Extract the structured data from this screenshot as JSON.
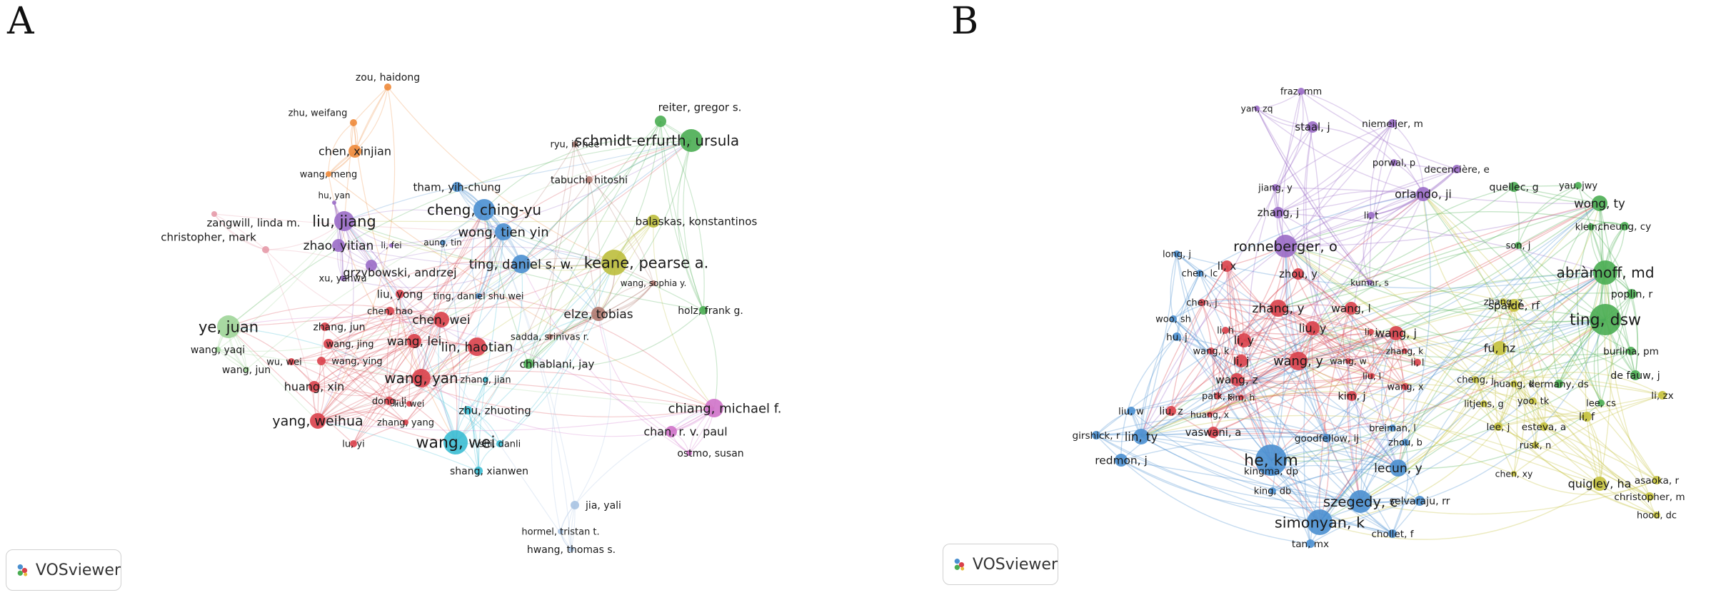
{
  "panels": [
    {
      "letter": "A",
      "badge": "VOSviewer",
      "clusters": {
        "red": "#d9404a",
        "orange": "#ee8a3a",
        "purple": "#9a6cc6",
        "blue": "#4a8fd0",
        "green": "#4aad52",
        "yellow": "#bcbe3c",
        "brown": "#b07a70",
        "pink": "#e59aa8",
        "magenta": "#cf72c9",
        "cyan": "#3bbcd3",
        "lightgreen": "#9ed598",
        "lightblue": "#a9c3e2"
      },
      "nodes": [
        {
          "id": "zou",
          "label": "zou, haidong",
          "c": "orange",
          "w": 5
        },
        {
          "id": "zhuw",
          "label": "zhu, weifang",
          "c": "orange",
          "w": 5
        },
        {
          "id": "chenx",
          "label": "chen, xinjian",
          "c": "orange",
          "w": 9
        },
        {
          "id": "wangm",
          "label": "wang, meng",
          "c": "orange",
          "w": 4
        },
        {
          "id": "huyan",
          "label": "hu, yan",
          "c": "purple",
          "w": 3
        },
        {
          "id": "zangwill",
          "label": "zangwill, linda m.",
          "c": "pink",
          "w": 4
        },
        {
          "id": "christopherA",
          "label": "christopher, mark",
          "c": "pink",
          "w": 5
        },
        {
          "id": "liujiang",
          "label": "liu, jiang",
          "c": "purple",
          "w": 14
        },
        {
          "id": "zhaoy",
          "label": "zhao, yitian",
          "c": "purple",
          "w": 9
        },
        {
          "id": "lifei",
          "label": "li, fei",
          "c": "purple",
          "w": 3
        },
        {
          "id": "xuy",
          "label": "xu, yanwu",
          "c": "purple",
          "w": 4
        },
        {
          "id": "aung",
          "label": "aung, tin",
          "c": "blue",
          "w": 4
        },
        {
          "id": "grzy",
          "label": "grzybowski, andrzej",
          "c": "purple",
          "w": 8
        },
        {
          "id": "cheng",
          "label": "cheng, ching-yu",
          "c": "blue",
          "w": 15
        },
        {
          "id": "tham",
          "label": "tham, yih-chung",
          "c": "blue",
          "w": 7
        },
        {
          "id": "wongty",
          "label": "wong, tien yin",
          "c": "blue",
          "w": 12
        },
        {
          "id": "tingdsw",
          "label": "ting, daniel s. w.",
          "c": "blue",
          "w": 13
        },
        {
          "id": "tingdsw2",
          "label": "ting, daniel shu wei",
          "c": "blue",
          "w": 4
        },
        {
          "id": "ryu",
          "label": "ryu, ik hee",
          "c": "brown",
          "w": 4
        },
        {
          "id": "tabuchi",
          "label": "tabuchi, hitoshi",
          "c": "brown",
          "w": 5
        },
        {
          "id": "reiter",
          "label": "reiter, gregor s.",
          "c": "green",
          "w": 8
        },
        {
          "id": "schmidt",
          "label": "schmidt-erfurth, ursula",
          "c": "green",
          "w": 16
        },
        {
          "id": "balaskas",
          "label": "balaskas, konstantinos",
          "c": "yellow",
          "w": 9
        },
        {
          "id": "keane",
          "label": "keane, pearse a.",
          "c": "yellow",
          "w": 18
        },
        {
          "id": "wangsy",
          "label": "wang, sophia y.",
          "c": "brown",
          "w": 4
        },
        {
          "id": "holz",
          "label": "holz, frank g.",
          "c": "green",
          "w": 6
        },
        {
          "id": "elze",
          "label": "elze, tobias",
          "c": "brown",
          "w": 10
        },
        {
          "id": "sadda",
          "label": "sadda, srinivas r.",
          "c": "brown",
          "w": 4
        },
        {
          "id": "chhablani",
          "label": "chhablani, jay",
          "c": "green",
          "w": 7
        },
        {
          "id": "liuyong",
          "label": "liu, yong",
          "c": "red",
          "w": 6
        },
        {
          "id": "chenhao",
          "label": "chen, hao",
          "c": "red",
          "w": 6
        },
        {
          "id": "chenwei",
          "label": "chen, wei",
          "c": "red",
          "w": 11
        },
        {
          "id": "zhangjun",
          "label": "zhang, jun",
          "c": "red",
          "w": 6
        },
        {
          "id": "wangjing",
          "label": "wang, jing",
          "c": "red",
          "w": 7
        },
        {
          "id": "wanglei",
          "label": "wang, lei",
          "c": "red",
          "w": 10
        },
        {
          "id": "linhaotian",
          "label": "lin, haotian",
          "c": "red",
          "w": 13
        },
        {
          "id": "wangying",
          "label": "wang, ying",
          "c": "red",
          "w": 6
        },
        {
          "id": "wuwei",
          "label": "wu, wei",
          "c": "red",
          "w": 5
        },
        {
          "id": "yejuan",
          "label": "ye, juan",
          "c": "lightgreen",
          "w": 16
        },
        {
          "id": "wangyaqi",
          "label": "wang, yaqi",
          "c": "lightgreen",
          "w": 4
        },
        {
          "id": "wangjun",
          "label": "wang, jun",
          "c": "lightgreen",
          "w": 4
        },
        {
          "id": "huangxin",
          "label": "huang, xin",
          "c": "red",
          "w": 8
        },
        {
          "id": "wangyan",
          "label": "wang, yan",
          "c": "red",
          "w": 13
        },
        {
          "id": "zhangjian",
          "label": "zhang, jian",
          "c": "cyan",
          "w": 4
        },
        {
          "id": "dongli",
          "label": "dong, li",
          "c": "red",
          "w": 6
        },
        {
          "id": "liuwei",
          "label": "liu, wei",
          "c": "red",
          "w": 4
        },
        {
          "id": "zhuzt",
          "label": "zhu, zhuoting",
          "c": "cyan",
          "w": 6
        },
        {
          "id": "yangwh",
          "label": "yang, weihua",
          "c": "red",
          "w": 11
        },
        {
          "id": "zhangyang",
          "label": "zhang, yang",
          "c": "red",
          "w": 4
        },
        {
          "id": "luyi",
          "label": "lu, yi",
          "c": "red",
          "w": 5
        },
        {
          "id": "wangwei",
          "label": "wang, wei",
          "c": "cyan",
          "w": 17
        },
        {
          "id": "shidanli",
          "label": "shi, danli",
          "c": "cyan",
          "w": 5
        },
        {
          "id": "shangxw",
          "label": "shang, xianwen",
          "c": "cyan",
          "w": 6
        },
        {
          "id": "chiang",
          "label": "chiang, michael f.",
          "c": "magenta",
          "w": 13
        },
        {
          "id": "chanrvp",
          "label": "chan, r. v. paul",
          "c": "magenta",
          "w": 8
        },
        {
          "id": "ostmo",
          "label": "ostmo, susan",
          "c": "magenta",
          "w": 4
        },
        {
          "id": "jiayali",
          "label": "jia, yali",
          "c": "lightblue",
          "w": 6
        },
        {
          "id": "hormel",
          "label": "hormel, tristan t.",
          "c": "lightblue",
          "w": 4
        },
        {
          "id": "hwang",
          "label": "hwang, thomas s.",
          "c": "lightblue",
          "w": 4
        }
      ]
    },
    {
      "letter": "B",
      "badge": "VOSviewer",
      "clusters": {
        "purple": "#9a6cc6",
        "green": "#4aad52",
        "red": "#d9404a",
        "blue": "#4a8fd0",
        "yellow": "#c5c23c"
      },
      "nodes": [
        {
          "id": "fraz",
          "label": "fraz, mm",
          "c": "purple",
          "w": 5
        },
        {
          "id": "yanzq",
          "label": "yan, zq",
          "c": "purple",
          "w": 4
        },
        {
          "id": "staal",
          "label": "staal, j",
          "c": "purple",
          "w": 8
        },
        {
          "id": "niemeijer",
          "label": "niemeijer, m",
          "c": "purple",
          "w": 6
        },
        {
          "id": "porwal",
          "label": "porwal, p",
          "c": "purple",
          "w": 5
        },
        {
          "id": "decenciere",
          "label": "decencière, e",
          "c": "purple",
          "w": 6
        },
        {
          "id": "orlando",
          "label": "orlando, ji",
          "c": "purple",
          "w": 10
        },
        {
          "id": "quellec",
          "label": "quellec, g",
          "c": "green",
          "w": 7
        },
        {
          "id": "yaujwy",
          "label": "yau, jwy",
          "c": "green",
          "w": 5
        },
        {
          "id": "wongtyB",
          "label": "wong, ty",
          "c": "green",
          "w": 11
        },
        {
          "id": "jiangy",
          "label": "jiang, y",
          "c": "purple",
          "w": 5
        },
        {
          "id": "zhangjB",
          "label": "zhang, j",
          "c": "purple",
          "w": 8
        },
        {
          "id": "lit",
          "label": "li, t",
          "c": "purple",
          "w": 5
        },
        {
          "id": "kleinr",
          "label": "klein, r",
          "c": "green",
          "w": 5
        },
        {
          "id": "cheungcy",
          "label": "cheung, cy",
          "c": "green",
          "w": 6
        },
        {
          "id": "sonj",
          "label": "son, j",
          "c": "green",
          "w": 5
        },
        {
          "id": "ronneberger",
          "label": "ronneberger, o",
          "c": "purple",
          "w": 16
        },
        {
          "id": "abramoff",
          "label": "abràmoff, md",
          "c": "green",
          "w": 17
        },
        {
          "id": "longj",
          "label": "long, j",
          "c": "blue",
          "w": 5
        },
        {
          "id": "lix",
          "label": "li, x",
          "c": "red",
          "w": 8
        },
        {
          "id": "chenlc",
          "label": "chen, lc",
          "c": "blue",
          "w": 5
        },
        {
          "id": "zhouy",
          "label": "zhou, y",
          "c": "red",
          "w": 8
        },
        {
          "id": "kumars",
          "label": "kumar, s",
          "c": "purple",
          "w": 4
        },
        {
          "id": "poplin",
          "label": "poplin, r",
          "c": "green",
          "w": 7
        },
        {
          "id": "tingdswB",
          "label": "ting, dsw",
          "c": "green",
          "w": 22
        },
        {
          "id": "chenjB",
          "label": "chen, j",
          "c": "red",
          "w": 5
        },
        {
          "id": "zhangyB",
          "label": "zhang, y",
          "c": "red",
          "w": 12
        },
        {
          "id": "wangl",
          "label": "wang, l",
          "c": "red",
          "w": 9
        },
        {
          "id": "zhangz",
          "label": "zhang, z",
          "c": "yellow",
          "w": 5
        },
        {
          "id": "spaide",
          "label": "spaide, rf",
          "c": "yellow",
          "w": 9
        },
        {
          "id": "woosh",
          "label": "woo, sh",
          "c": "blue",
          "w": 5
        },
        {
          "id": "lih",
          "label": "li, h",
          "c": "red",
          "w": 5
        },
        {
          "id": "liuyB",
          "label": "liu, y",
          "c": "red",
          "w": 10
        },
        {
          "id": "lij2",
          "label": "li, j",
          "c": "red",
          "w": 4
        },
        {
          "id": "wangjB",
          "label": "wang, j",
          "c": "red",
          "w": 10
        },
        {
          "id": "huj",
          "label": "hu, j",
          "c": "blue",
          "w": 6
        },
        {
          "id": "liy",
          "label": "li, y",
          "c": "red",
          "w": 10
        },
        {
          "id": "wangk",
          "label": "wang, k",
          "c": "red",
          "w": 5
        },
        {
          "id": "zhangk",
          "label": "zhang, k",
          "c": "red",
          "w": 4
        },
        {
          "id": "fuhz",
          "label": "fu, hz",
          "c": "yellow",
          "w": 10
        },
        {
          "id": "burlina",
          "label": "burlina, pm",
          "c": "green",
          "w": 6
        },
        {
          "id": "lij",
          "label": "li, j",
          "c": "red",
          "w": 9
        },
        {
          "id": "wangy",
          "label": "wang, y",
          "c": "red",
          "w": 13
        },
        {
          "id": "wangw",
          "label": "wang, w",
          "c": "red",
          "w": 4
        },
        {
          "id": "lil",
          "label": "li, l",
          "c": "red",
          "w": 5
        },
        {
          "id": "liui",
          "label": "liu, l",
          "c": "red",
          "w": 4
        },
        {
          "id": "chengj",
          "label": "cheng, j",
          "c": "yellow",
          "w": 5
        },
        {
          "id": "huangd",
          "label": "huang, d",
          "c": "yellow",
          "w": 5
        },
        {
          "id": "kermany",
          "label": "kermany, ds",
          "c": "green",
          "w": 6
        },
        {
          "id": "defauw",
          "label": "de fauw, j",
          "c": "green",
          "w": 7
        },
        {
          "id": "wangz",
          "label": "wang, z",
          "c": "red",
          "w": 9
        },
        {
          "id": "patks",
          "label": "patk, s",
          "c": "red",
          "w": 5
        },
        {
          "id": "kimh",
          "label": "kim, h",
          "c": "red",
          "w": 4
        },
        {
          "id": "kimj",
          "label": "kim, j",
          "c": "red",
          "w": 7
        },
        {
          "id": "wangx",
          "label": "wang, x",
          "c": "red",
          "w": 5
        },
        {
          "id": "litjens",
          "label": "litjens, g",
          "c": "yellow",
          "w": 5
        },
        {
          "id": "yootk",
          "label": "yoo, tk",
          "c": "yellow",
          "w": 5
        },
        {
          "id": "leecs",
          "label": "lee, cs",
          "c": "green",
          "w": 5
        },
        {
          "id": "lizx",
          "label": "li, zx",
          "c": "yellow",
          "w": 6
        },
        {
          "id": "liuw",
          "label": "liu, w",
          "c": "blue",
          "w": 6
        },
        {
          "id": "liuz",
          "label": "liu, z",
          "c": "red",
          "w": 7
        },
        {
          "id": "huangx",
          "label": "huang, x",
          "c": "red",
          "w": 4
        },
        {
          "id": "breiman",
          "label": "breiman, l",
          "c": "blue",
          "w": 5
        },
        {
          "id": "leej",
          "label": "lee, j",
          "c": "yellow",
          "w": 6
        },
        {
          "id": "esteva",
          "label": "esteva, a",
          "c": "yellow",
          "w": 6
        },
        {
          "id": "lif",
          "label": "li, f",
          "c": "yellow",
          "w": 7
        },
        {
          "id": "girshick",
          "label": "girshick, r",
          "c": "blue",
          "w": 6
        },
        {
          "id": "linty",
          "label": "lin, ty",
          "c": "blue",
          "w": 11
        },
        {
          "id": "vaswani",
          "label": "vaswani, a",
          "c": "red",
          "w": 8
        },
        {
          "id": "goodfellow",
          "label": "goodfellow, ij",
          "c": "blue",
          "w": 6
        },
        {
          "id": "zhoub",
          "label": "zhou, b",
          "c": "blue",
          "w": 5
        },
        {
          "id": "rusk",
          "label": "rusk, n",
          "c": "yellow",
          "w": 5
        },
        {
          "id": "hekm",
          "label": "he, km",
          "c": "blue",
          "w": 22
        },
        {
          "id": "redmon",
          "label": "redmon, j",
          "c": "blue",
          "w": 9
        },
        {
          "id": "lecun",
          "label": "lecun, y",
          "c": "blue",
          "w": 12
        },
        {
          "id": "chenxy",
          "label": "chen, xy",
          "c": "yellow",
          "w": 4
        },
        {
          "id": "quigley",
          "label": "quigley, ha",
          "c": "yellow",
          "w": 10
        },
        {
          "id": "asaoka",
          "label": "asaoka, r",
          "c": "yellow",
          "w": 6
        },
        {
          "id": "kingma",
          "label": "kingma, dp",
          "c": "blue",
          "w": 6
        },
        {
          "id": "kingdb",
          "label": "king, db",
          "c": "blue",
          "w": 5
        },
        {
          "id": "szegedy",
          "label": "szegedy, c",
          "c": "blue",
          "w": 16
        },
        {
          "id": "selvaraju",
          "label": "selvaraju, rr",
          "c": "blue",
          "w": 7
        },
        {
          "id": "christopherB",
          "label": "christopher, m",
          "c": "yellow",
          "w": 6
        },
        {
          "id": "simonyan",
          "label": "simonyan, k",
          "c": "blue",
          "w": 18
        },
        {
          "id": "hooddc",
          "label": "hood, dc",
          "c": "yellow",
          "w": 5
        },
        {
          "id": "chollet",
          "label": "chollet, f",
          "c": "blue",
          "w": 6
        },
        {
          "id": "tanmx",
          "label": "tan, mx",
          "c": "blue",
          "w": 6
        }
      ]
    }
  ]
}
